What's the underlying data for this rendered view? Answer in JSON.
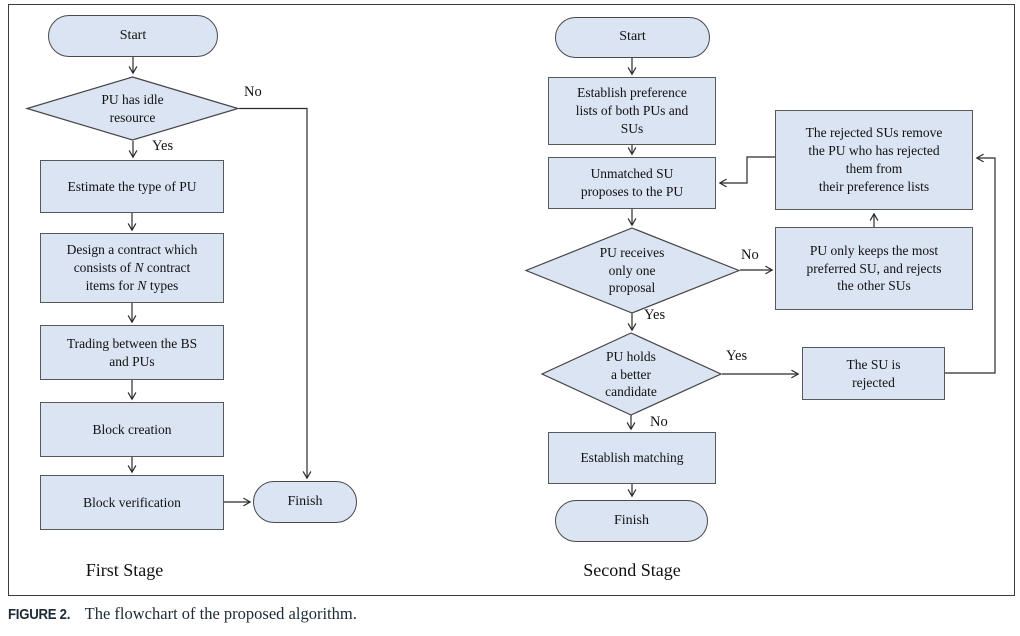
{
  "caption": {
    "label": "FIGURE 2.",
    "text": "The flowchart of the proposed algorithm."
  },
  "colors": {
    "shape_fill": "#dbe4f2",
    "shape_border": "#585858",
    "connector": "#2b2b2b",
    "caption_text": "#1d2b36"
  },
  "stage1": {
    "title": "First Stage",
    "start": "Start",
    "decision_idle": {
      "lines": [
        "PU has idle",
        "resource"
      ]
    },
    "estimate": "Estimate the type of PU",
    "design": {
      "line1": "Design a contract which",
      "line2a": "consists of ",
      "line2b": "N",
      "line2c": " contract",
      "line3a": "items for ",
      "line3b": "N",
      "line3c": " types"
    },
    "trading": {
      "lines": [
        "Trading between the BS",
        "and PUs"
      ]
    },
    "block_creation": "Block creation",
    "block_verification": "Block verification",
    "finish": "Finish",
    "labels": {
      "yes": "Yes",
      "no": "No"
    }
  },
  "stage2": {
    "title": "Second Stage",
    "start": "Start",
    "establish_lists": {
      "lines": [
        "Establish preference",
        "lists of both PUs and",
        "SUs"
      ]
    },
    "unmatched": {
      "lines": [
        "Unmatched SU",
        "proposes to the PU"
      ]
    },
    "decision_receives": {
      "lines": [
        "PU receives",
        "only one",
        "proposal"
      ]
    },
    "decision_holds": {
      "lines": [
        "PU holds",
        "a better",
        "candidate"
      ]
    },
    "rejected_remove": {
      "lines": [
        "The rejected SUs remove",
        "the PU who has rejected",
        "them from",
        "their preference lists"
      ]
    },
    "keeps": {
      "lines": [
        "PU only keeps the most",
        "preferred SU, and rejects",
        "the other SUs"
      ]
    },
    "su_rejected": {
      "lines": [
        "The SU is",
        "rejected"
      ]
    },
    "establish_matching": "Establish matching",
    "finish": "Finish",
    "labels": {
      "yes_receives": "Yes",
      "no_receives": "No",
      "yes_holds": "Yes",
      "no_holds": "No"
    }
  }
}
